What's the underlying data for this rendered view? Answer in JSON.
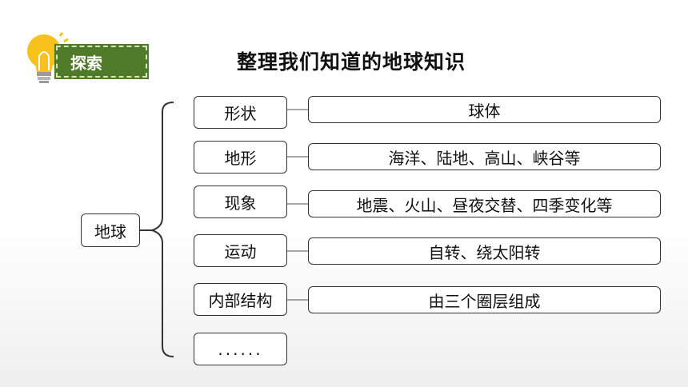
{
  "badge": {
    "label": "探索",
    "icon": "lightbulb-icon"
  },
  "title": "整理我们知道的地球知识",
  "root": "地球",
  "items": [
    {
      "label": "形状",
      "detail": "球体"
    },
    {
      "label": "地形",
      "detail": "海洋、陆地、高山、峡谷等"
    },
    {
      "label": "现象",
      "detail": "地震、火山、昼夜交替、四季变化等"
    },
    {
      "label": "运动",
      "detail": "自转、绕太阳转"
    },
    {
      "label": "内部结构",
      "detail": "由三个圈层组成"
    },
    {
      "label": "......"
    }
  ],
  "colors": {
    "badge_bg": "#4f7a29",
    "bulb": "#f6c21b"
  }
}
